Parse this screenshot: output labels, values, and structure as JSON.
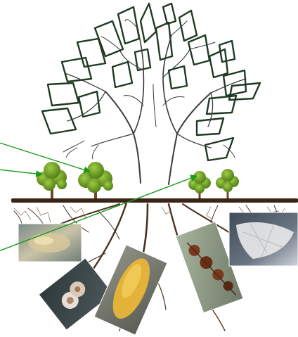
{
  "diagram": {
    "colors": {
      "outline": "#1f3a22",
      "branch": "#3a3a3a",
      "soil_line": "#3b2415",
      "root": "#4a3020",
      "arrow": "#1a9a1a",
      "foliage": "#5f8f1f",
      "foliage_light": "#8cb83a",
      "trunk": "#6b4a2a"
    },
    "elements": [
      {
        "name": "large-tree-sketch",
        "kind": "line-drawing"
      },
      {
        "name": "seedling",
        "count": 4
      },
      {
        "name": "soil-surface-line",
        "kind": "line"
      },
      {
        "name": "root-system",
        "kind": "line-drawing"
      },
      {
        "name": "microscopy-photo",
        "count": 5
      },
      {
        "name": "green-arrow",
        "count": 3
      }
    ]
  }
}
